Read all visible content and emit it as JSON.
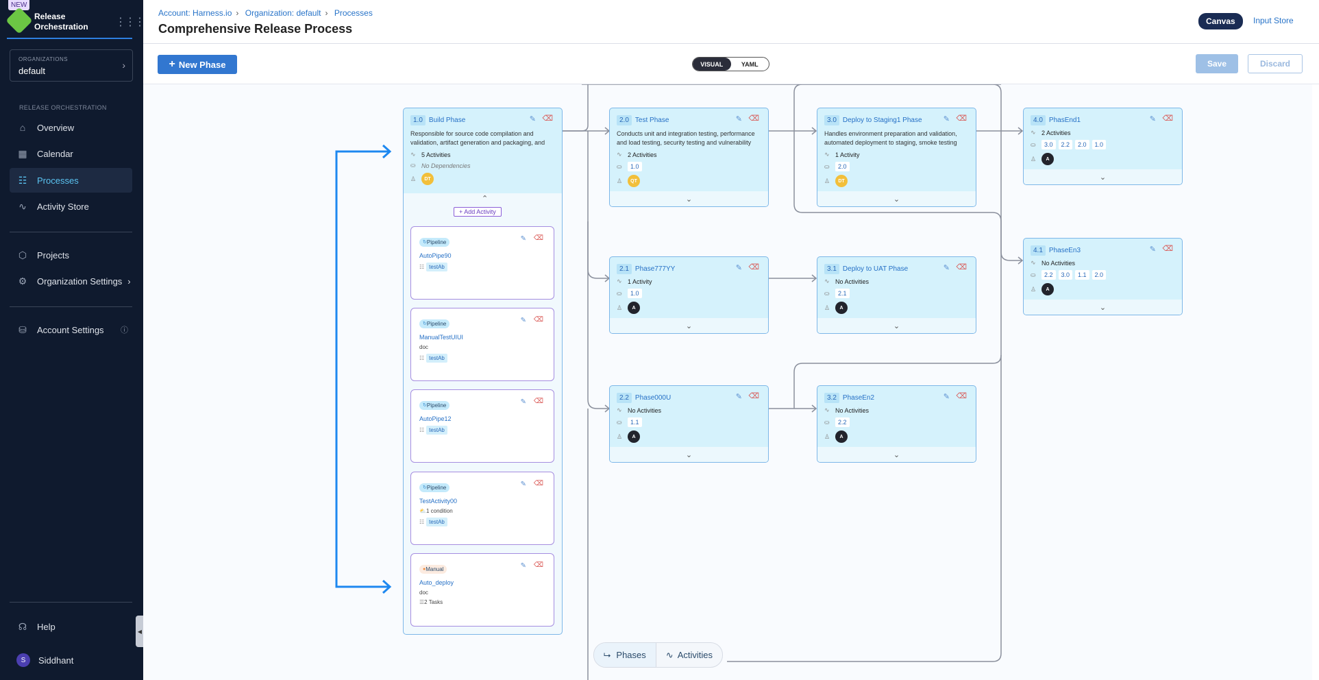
{
  "sidebar": {
    "new_badge": "NEW",
    "brand_line1": "Release",
    "brand_line2": "Orchestration",
    "org_label": "ORGANIZATIONS",
    "org_value": "default",
    "section_label": "RELEASE ORCHESTRATION",
    "items": [
      {
        "label": "Overview",
        "icon": "home-icon"
      },
      {
        "label": "Calendar",
        "icon": "calendar-icon"
      },
      {
        "label": "Processes",
        "icon": "processes-icon",
        "active": true
      },
      {
        "label": "Activity Store",
        "icon": "activity-icon"
      },
      {
        "label": "Projects",
        "icon": "cube-icon"
      },
      {
        "label": "Organization Settings",
        "icon": "gear-icon"
      },
      {
        "label": "Account Settings",
        "icon": "account-settings-icon"
      }
    ],
    "help": "Help",
    "user_initial": "S",
    "user_name": "Siddhant"
  },
  "header": {
    "breadcrumbs": [
      "Account: Harness.io",
      "Organization: default",
      "Processes"
    ],
    "title": "Comprehensive Release Process",
    "canvas": "Canvas",
    "input_store": "Input Store"
  },
  "toolbar": {
    "new_phase": "New Phase",
    "visual": "VISUAL",
    "yaml": "YAML",
    "save": "Save",
    "discard": "Discard"
  },
  "colors": {
    "accent": "#3277d0",
    "sidebar_bg": "#0f1a2e",
    "phase_bg": "#d5f2fc",
    "avatar_yellow": "#f2bf3a",
    "avatar_dark": "#22242c",
    "delete": "#d9534f"
  },
  "phases": [
    {
      "num": "1.0",
      "name": "Build Phase",
      "desc": "Responsible for source code compilation and validation, artifact generation and packaging, and security s...",
      "activities": "5 Activities",
      "deps": [],
      "no_deps": "No Dependencies",
      "owner": "DT",
      "owner_color": "yellow",
      "expanded": true
    },
    {
      "num": "2.0",
      "name": "Test Phase",
      "desc": "Conducts unit and integration testing, performance and load testing, security testing and vulnerability ass...",
      "activities": "2 Activities",
      "deps": [
        "1.0"
      ],
      "owner": "QT",
      "owner_color": "yellow"
    },
    {
      "num": "3.0",
      "name": "Deploy to Staging1 Phase",
      "desc": "Handles environment preparation and validation, automated deployment to staging, smoke testing and he...",
      "activities": "1 Activity",
      "deps": [
        "2.0"
      ],
      "owner": "DT",
      "owner_color": "yellow"
    },
    {
      "num": "4.0",
      "name": "PhasEnd1",
      "desc": "",
      "activities": "2 Activities",
      "deps": [
        "3.0",
        "2.2",
        "2.0",
        "1.0"
      ],
      "owner": "A",
      "owner_color": "dark"
    },
    {
      "num": "2.1",
      "name": "Phase777YY",
      "desc": "",
      "activities": "1 Activity",
      "deps": [
        "1.0"
      ],
      "owner": "A",
      "owner_color": "dark"
    },
    {
      "num": "3.1",
      "name": "Deploy to UAT Phase",
      "desc": "",
      "activities": "No Activities",
      "deps": [
        "2.1"
      ],
      "owner": "A",
      "owner_color": "dark"
    },
    {
      "num": "4.1",
      "name": "PhaseEn3",
      "desc": "",
      "activities": "No Activities",
      "deps": [
        "2.2",
        "3.0",
        "1.1",
        "2.0"
      ],
      "owner": "A",
      "owner_color": "dark"
    },
    {
      "num": "2.2",
      "name": "Phase000U",
      "desc": "",
      "activities": "No Activities",
      "deps": [
        "1.1"
      ],
      "owner": "A",
      "owner_color": "dark"
    },
    {
      "num": "3.2",
      "name": "PhaseEn2",
      "desc": "",
      "activities": "No Activities",
      "deps": [
        "2.2"
      ],
      "owner": "A",
      "owner_color": "dark"
    }
  ],
  "add_activity": "Add Activity",
  "activities": [
    {
      "type": "Pipeline",
      "name": "AutoPipe90",
      "lines": [],
      "tag": "testAb"
    },
    {
      "type": "Pipeline",
      "name": "ManualTestUIUI",
      "lines": [
        "doc"
      ],
      "tag": "testAb"
    },
    {
      "type": "Pipeline",
      "name": "AutoPipe12",
      "lines": [],
      "tag": "testAb"
    },
    {
      "type": "Pipeline",
      "name": "TestActivity00",
      "lines": [],
      "condition": "1 condition",
      "tag": "testAb"
    },
    {
      "type": "Manual",
      "name": "Auto_deploy",
      "lines": [
        "doc"
      ],
      "tasks": "2 Tasks"
    }
  ],
  "bottom_tabs": {
    "phases": "Phases",
    "activities": "Activities"
  }
}
